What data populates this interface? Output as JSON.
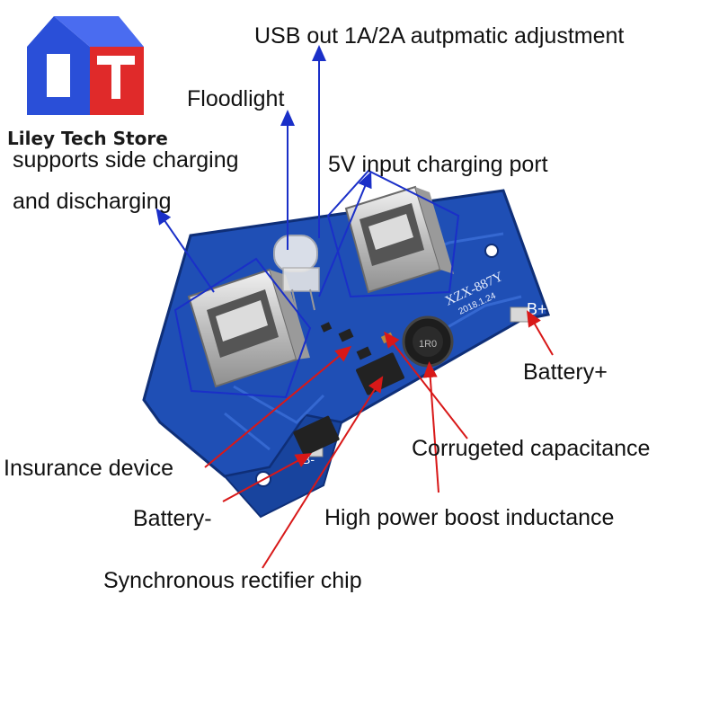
{
  "brand": {
    "store_name": "Liley Tech Store"
  },
  "board": {
    "model_marking": "XZX-887Y",
    "date_marking": "2018.1.24",
    "terminal_plus": "B+",
    "terminal_minus": "B-",
    "inductor_marking": "1R0"
  },
  "labels": {
    "usb_out": "USB out 1A/2A autpmatic adjustment",
    "floodlight": "Floodlight",
    "side_charging_line1": "supports side charging",
    "side_charging_line2": "and discharging",
    "input_port": "5V input charging port",
    "battery_plus": "Battery+",
    "capacitance": "Corrugeted capacitance",
    "insurance": "Insurance device",
    "battery_minus": "Battery-",
    "inductance": "High power boost inductance",
    "rectifier": "Synchronous rectifier chip"
  },
  "colors": {
    "pcb": "#1f4fb5",
    "pcb_dark": "#143a8c",
    "blue_annotation": "#1a2fc8",
    "red_annotation": "#d81818",
    "logo_blue": "#2a4fd8",
    "logo_red": "#e02a2a"
  }
}
